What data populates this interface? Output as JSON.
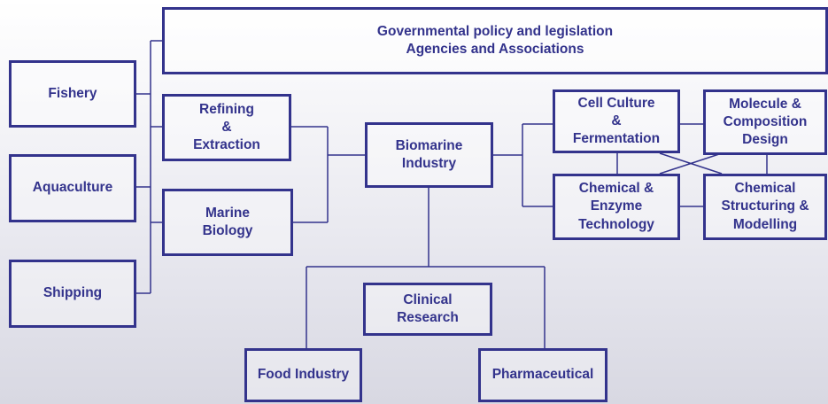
{
  "theme": {
    "accent": "#33338c"
  },
  "nodes": {
    "gov": "Governmental policy and legislation\nAgencies and Associations",
    "fishery": "Fishery",
    "aquaculture": "Aquaculture",
    "shipping": "Shipping",
    "refining": "Refining\n&\nExtraction",
    "marine_biology": "Marine\nBiology",
    "biomarine": "Biomarine\nIndustry",
    "cell_culture": "Cell Culture\n&\nFermentation",
    "molecule": "Molecule &\nComposition\nDesign",
    "chemical_enzyme": "Chemical &\nEnzyme\nTechnology",
    "chemical_structuring": "Chemical\nStructuring &\nModelling",
    "clinical": "Clinical\nResearch",
    "food": "Food Industry",
    "pharma": "Pharmaceutical"
  }
}
